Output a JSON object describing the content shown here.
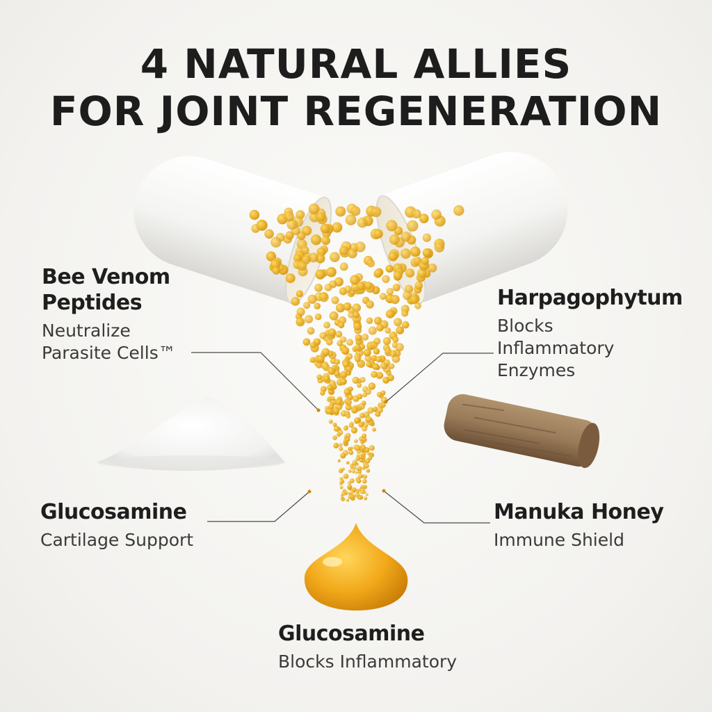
{
  "title": {
    "line1": "4 NATURAL ALLIES",
    "line2": "FOR JOINT REGENERATION"
  },
  "ingredients": {
    "bee_venom": {
      "name_line1": "Bee Venom",
      "name_line2": "Peptides",
      "desc_line1": "Neutralize",
      "desc_line2": "Parasite Cells™"
    },
    "harpagophytum": {
      "name": "Harpagophytum",
      "desc_line1": "Blocks",
      "desc_line2": "Inflammatory",
      "desc_line3": "Enzymes"
    },
    "glucosamine": {
      "name": "Glucosamine",
      "desc": "Cartilage Support"
    },
    "manuka_honey": {
      "name": "Manuka Honey",
      "desc": "Immune Shield"
    },
    "glucosamine_bottom": {
      "name": "Glucosamine",
      "desc": "Blocks Inflammatory"
    }
  },
  "colors": {
    "gold": "#e0a21a",
    "honey": "#f1a81c",
    "root": "#9a7b5a",
    "capsule": "#ffffff"
  }
}
